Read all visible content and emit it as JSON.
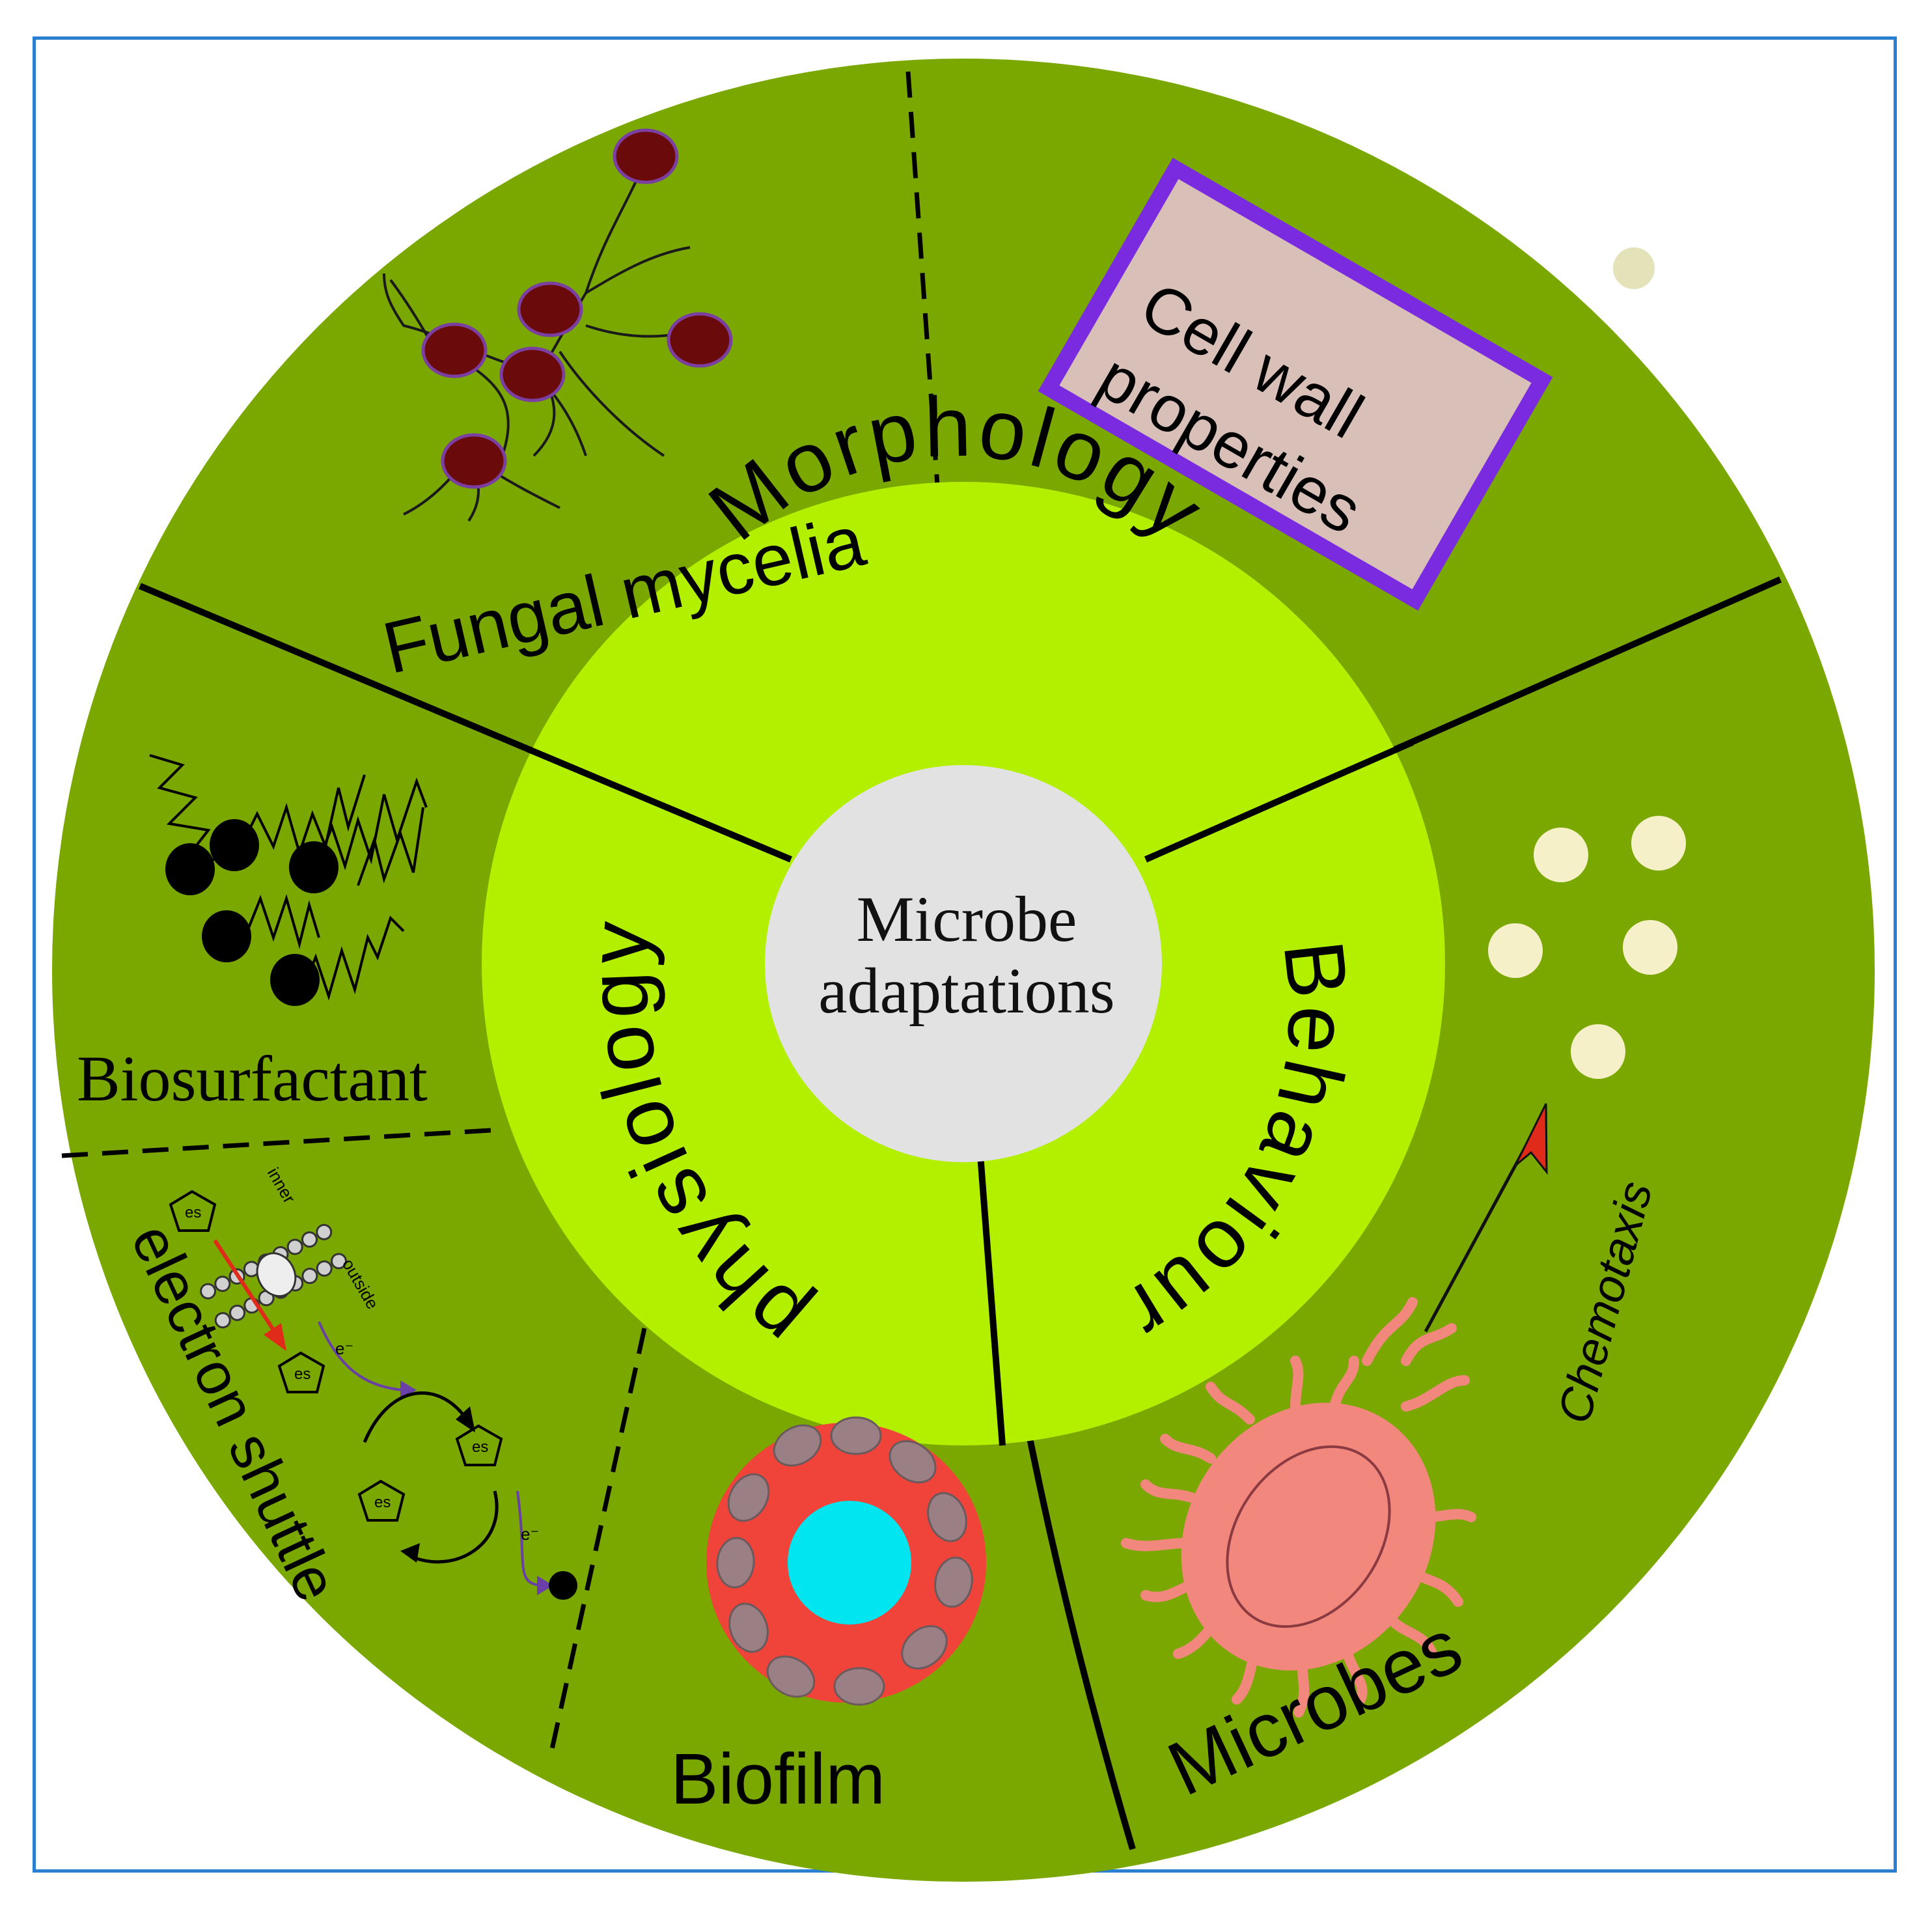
{
  "center": {
    "line1": "Microbe",
    "line2": "adaptations"
  },
  "rings": {
    "morphology": "Morphology",
    "physiology": "physiology",
    "behaviour": "Behaviour"
  },
  "sectors": {
    "fungal_mycelia": "Fungal mycelia",
    "cell_wall_line1": "Cell wall",
    "cell_wall_line2": "properties",
    "biosurfactant": "Biosurfactant",
    "electron_shuttle": "electron shuttle",
    "biofilm": "Biofilm",
    "microbes": "Microbes",
    "chemotaxis": "Chemotaxis"
  },
  "shuttle_labels": {
    "inner": "inner",
    "outside": "outside",
    "es": "es",
    "electron": "e⁻"
  },
  "colors": {
    "outer_ring": "#7aa700",
    "middle_ring": "#b2f000",
    "center_disc": "#e2e2e2",
    "frame": "#2a7fd0",
    "cell_wall_border": "#7a2be0",
    "cell_wall_fill": "#d8c0b8",
    "spore": "#6b0a0a",
    "biofilm_outer": "#f0443a",
    "biofilm_core": "#00e5ef",
    "microbe_body": "#f2877e",
    "chemo_dot": "#f6f0c8"
  }
}
